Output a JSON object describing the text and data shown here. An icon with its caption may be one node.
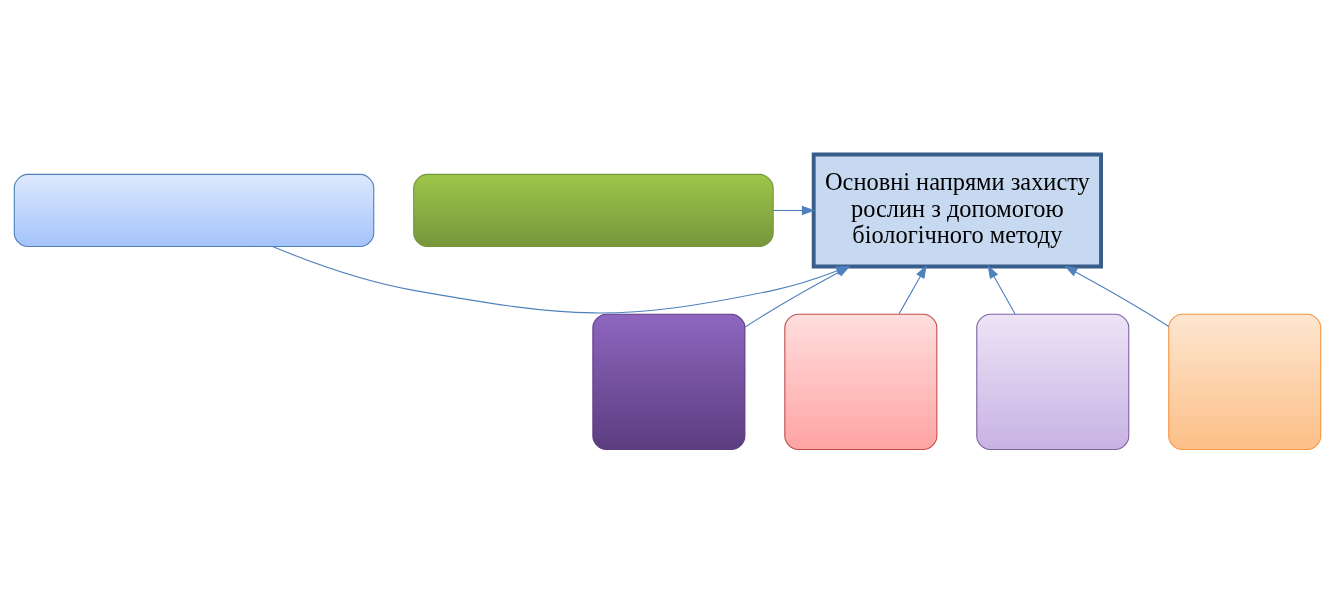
{
  "diagram": {
    "nodes": [
      {
        "text": [
          "Основні напрями захисту рослин з допомогою біологічного методу"
        ]
      },
      {
        "text": [],
        "shape": "box"
      },
      {
        "text": [],
        "shape": "box"
      },
      {
        "text": [],
        "shape": "box"
      },
      {
        "text": [],
        "shape": "box"
      },
      {
        "text": [],
        "shape": "box"
      },
      {
        "text": [],
        "shape": "box"
      }
    ],
    "edges": [
      {
        "from": 1,
        "to": 0,
        "arrow": "to"
      },
      {
        "from": 2,
        "to": 0,
        "arrow": "to"
      },
      {
        "from": 3,
        "to": 0,
        "arrow": "to"
      },
      {
        "from": 4,
        "to": 0,
        "arrow": "to"
      },
      {
        "from": 5,
        "to": 0,
        "arrow": "to"
      },
      {
        "from": 6,
        "to": 0,
        "arrow": "to"
      }
    ]
  }
}
